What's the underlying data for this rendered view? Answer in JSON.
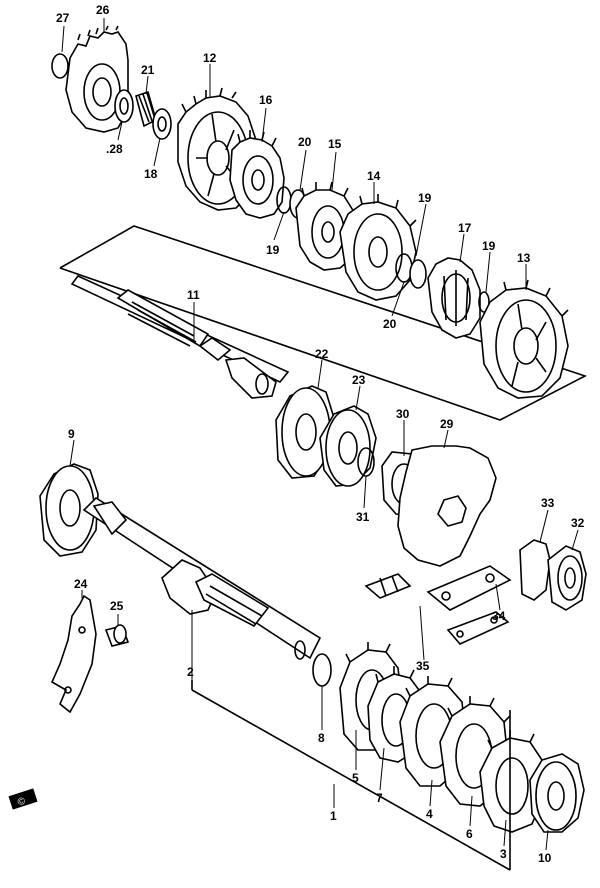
{
  "callouts": [
    {
      "id": "27",
      "text": "27"
    },
    {
      "id": "26",
      "text": "26"
    },
    {
      "id": "21",
      "text": "21"
    },
    {
      "id": "12",
      "text": "12"
    },
    {
      "id": "28",
      "text": ".28"
    },
    {
      "id": "18",
      "text": "18"
    },
    {
      "id": "16",
      "text": "16"
    },
    {
      "id": "20a",
      "text": "20"
    },
    {
      "id": "15",
      "text": "15"
    },
    {
      "id": "14",
      "text": "14"
    },
    {
      "id": "19a",
      "text": "19"
    },
    {
      "id": "19b",
      "text": "19"
    },
    {
      "id": "17",
      "text": "17"
    },
    {
      "id": "19c",
      "text": "19"
    },
    {
      "id": "13",
      "text": "13"
    },
    {
      "id": "20b",
      "text": "20"
    },
    {
      "id": "11",
      "text": "11"
    },
    {
      "id": "22",
      "text": "22"
    },
    {
      "id": "23",
      "text": "23"
    },
    {
      "id": "9",
      "text": "9"
    },
    {
      "id": "30",
      "text": "30"
    },
    {
      "id": "29",
      "text": "29"
    },
    {
      "id": "31",
      "text": "31"
    },
    {
      "id": "33",
      "text": "33"
    },
    {
      "id": "32",
      "text": "32"
    },
    {
      "id": "24",
      "text": "24"
    },
    {
      "id": "25",
      "text": "25"
    },
    {
      "id": "34",
      "text": "34"
    },
    {
      "id": "35",
      "text": "35"
    },
    {
      "id": "2",
      "text": "2"
    },
    {
      "id": "8",
      "text": "8"
    },
    {
      "id": "5",
      "text": "5"
    },
    {
      "id": "7",
      "text": "7"
    },
    {
      "id": "1",
      "text": "1"
    },
    {
      "id": "4",
      "text": "4"
    },
    {
      "id": "6",
      "text": "6"
    },
    {
      "id": "3",
      "text": "3"
    },
    {
      "id": "10",
      "text": "10"
    }
  ],
  "corner_mark": "©"
}
